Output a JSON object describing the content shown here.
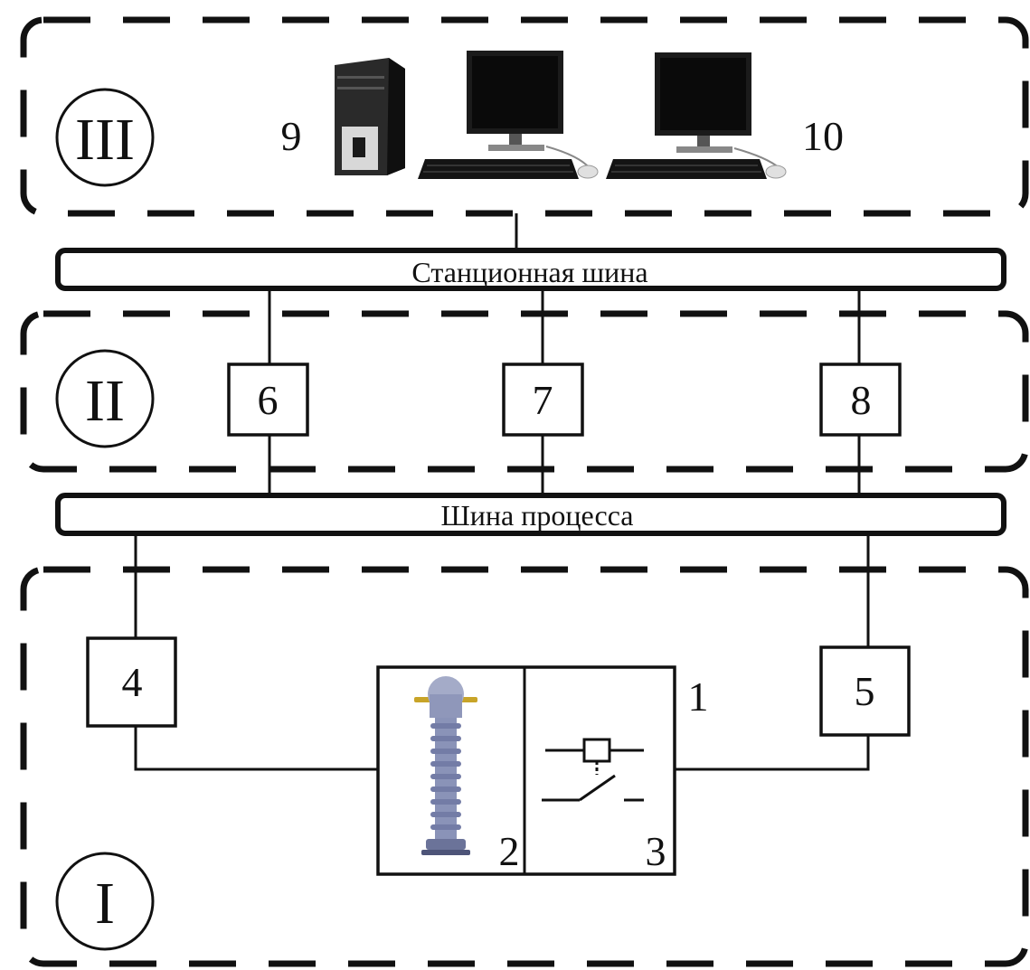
{
  "zones": {
    "zone3": {
      "label": "III"
    },
    "zone2": {
      "label": "II"
    },
    "zone1": {
      "label": "I"
    }
  },
  "buses": {
    "station": {
      "label": "Станционная шина"
    },
    "process": {
      "label": "Шина процесса"
    }
  },
  "devices": {
    "server": {
      "number": "9"
    },
    "workstations": {
      "number": "10"
    },
    "ied6": {
      "number": "6"
    },
    "ied7": {
      "number": "7"
    },
    "ied8": {
      "number": "8"
    },
    "merging_unit4": {
      "number": "4"
    },
    "merging_unit5": {
      "number": "5"
    },
    "primary_equipment": {
      "number": "1"
    },
    "current_transformer": {
      "number": "2"
    },
    "breaker_symbol": {
      "number": "3"
    }
  },
  "icons": [
    "computer-tower-icon",
    "monitor-icon",
    "keyboard-icon",
    "mouse-icon",
    "instrument-transformer-icon",
    "relay-contact-icon"
  ],
  "colors": {
    "line": "#111111",
    "background": "#ffffff",
    "insulator": "#8a93b8",
    "terminal": "#c8a428"
  }
}
